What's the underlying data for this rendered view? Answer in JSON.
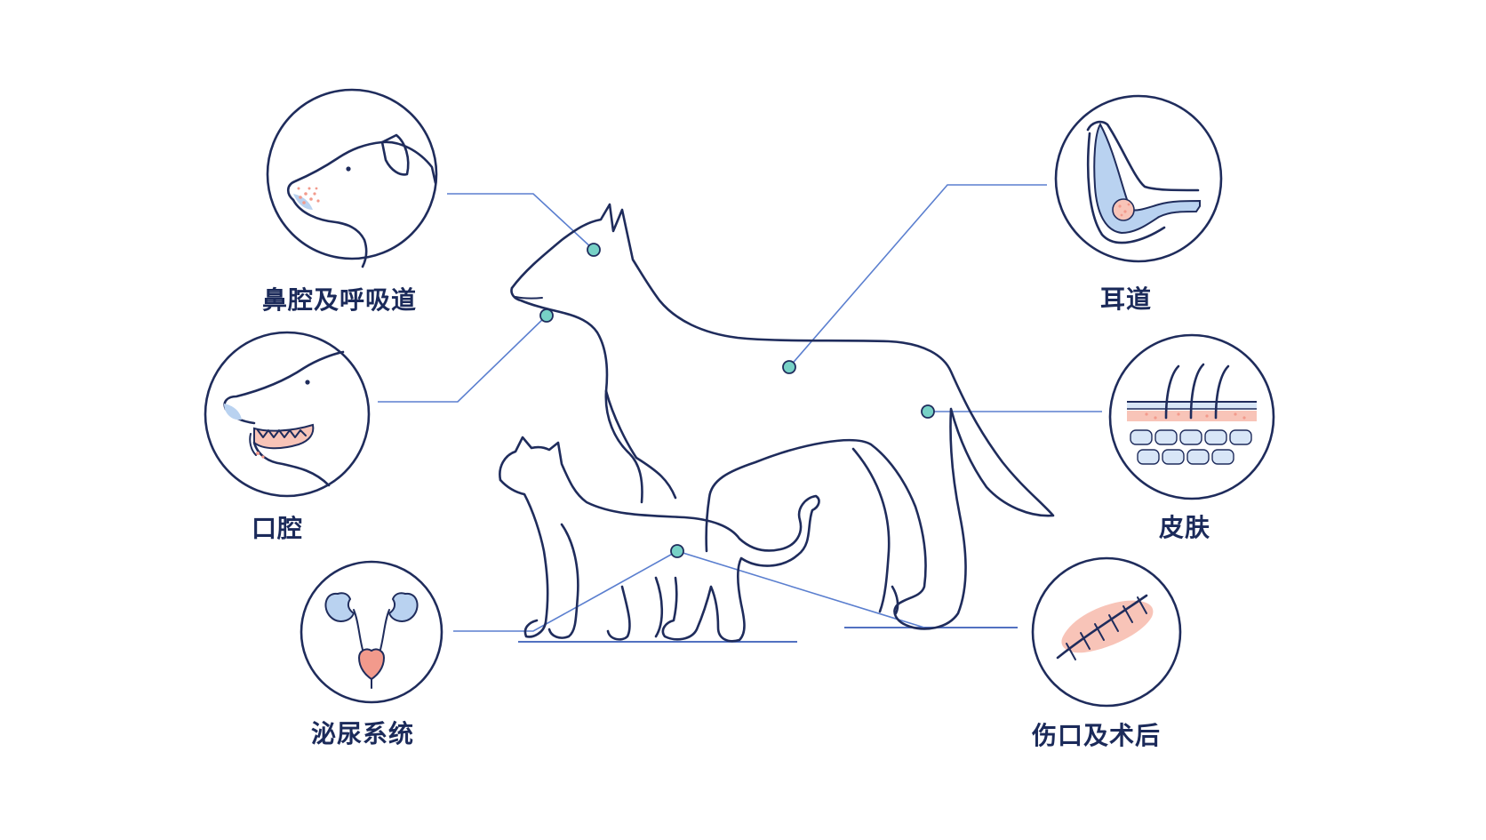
{
  "labels": {
    "nasal": "鼻腔及呼吸道",
    "oral": "口腔",
    "urinary": "泌尿系统",
    "ear": "耳道",
    "skin": "皮肤",
    "wound": "伤口及术后"
  },
  "colors": {
    "ink": "#1f2c5c",
    "label_text": "#1b2a5a",
    "leader_line": "#5b7fcf",
    "marker_dot": "#77d1c6",
    "organ_blue": "#b9d2f0",
    "inflammation_pink": "#f29a8c"
  },
  "icons": [
    "dog-head-icon",
    "dog-mouth-icon",
    "kidney-bladder-icon",
    "ear-canal-icon",
    "skin-layers-icon",
    "sutured-wound-icon",
    "dog-silhouette-icon",
    "cat-silhouette-icon"
  ]
}
